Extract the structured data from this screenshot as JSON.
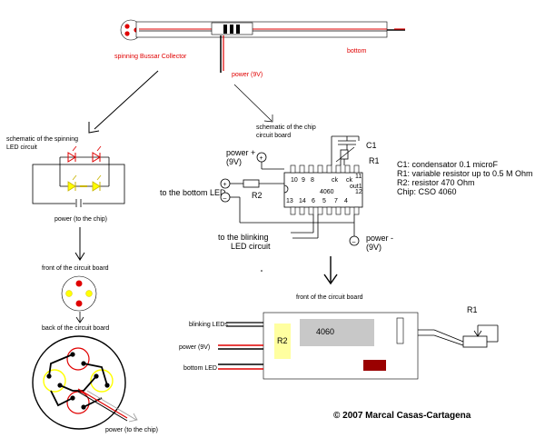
{
  "top": {
    "spinning_collector": "spinning Bussar Collector",
    "bottom": "bottom",
    "power": "power (9V)"
  },
  "left": {
    "schematic_title_1": "schematic of the spinning",
    "schematic_title_2": "LED circuit",
    "power_chip": "power (to the chip)",
    "front_board": "front of the circuit board",
    "back_board": "back of the circuit board",
    "power_to_chip": "power (to the chip)"
  },
  "middle": {
    "chip_title_1": "schematic of the chip",
    "chip_title_2": "circuit board",
    "power_plus_1": "power +",
    "power_plus_2": "(9V)",
    "to_bottom_led": "to the bottom LED",
    "r2": "R2",
    "to_blinking_1": "to the blinking",
    "to_blinking_2": "LED circuit",
    "power_minus_1": "power -",
    "power_minus_2": "(9V)",
    "c1": "C1",
    "r1": "R1",
    "chip_number": "4060",
    "pins_top": [
      "10",
      "9",
      "8",
      "ck",
      "ck"
    ],
    "pin_out": "out1",
    "pin_11": "11",
    "pin_12": "12",
    "pins_bottom": [
      "13",
      "14",
      "6",
      "5",
      "7",
      "4"
    ]
  },
  "legend": {
    "c1": "C1: condensator 0.1 microF",
    "r1": "R1: variable resistor up to 0.5 M Ohm",
    "r2": "R2: resistor 470 Ohm",
    "chip": "Chip: CSO 4060"
  },
  "front": {
    "title": "front of the circuit board",
    "blinking_leds": "blinking LEDs",
    "power": "power (9V)",
    "bottom_led": "bottom LED",
    "r2": "R2",
    "chip": "4060",
    "r1": "R1"
  },
  "copyright": "© 2007 Marcal Casas-Cartagena",
  "colors": {
    "red": "#e00000",
    "yellow": "#ffff00",
    "chip_gray": "#c8c8c8",
    "r2_yellow": "#ffffa0",
    "dark_red": "#9a0000"
  }
}
